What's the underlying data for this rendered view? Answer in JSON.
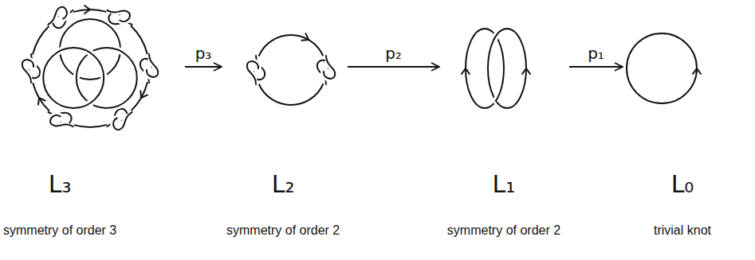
{
  "diagram": {
    "nodes": [
      {
        "text": [
          "L₃",
          "symmetry of order 3"
        ]
      },
      {
        "text": [
          "L₂",
          "symmetry of order 2"
        ]
      },
      {
        "text": [
          "L₁",
          "symmetry of order 2"
        ]
      },
      {
        "text": [
          "L₀",
          "trivial knot"
        ]
      }
    ],
    "edges": [
      {
        "from": 0,
        "to": 1,
        "arrow": "to",
        "label": "p₃"
      },
      {
        "from": 1,
        "to": 2,
        "arrow": "to",
        "label": "p₂"
      },
      {
        "from": 2,
        "to": 3,
        "arrow": "to",
        "label": "p₁"
      }
    ]
  }
}
